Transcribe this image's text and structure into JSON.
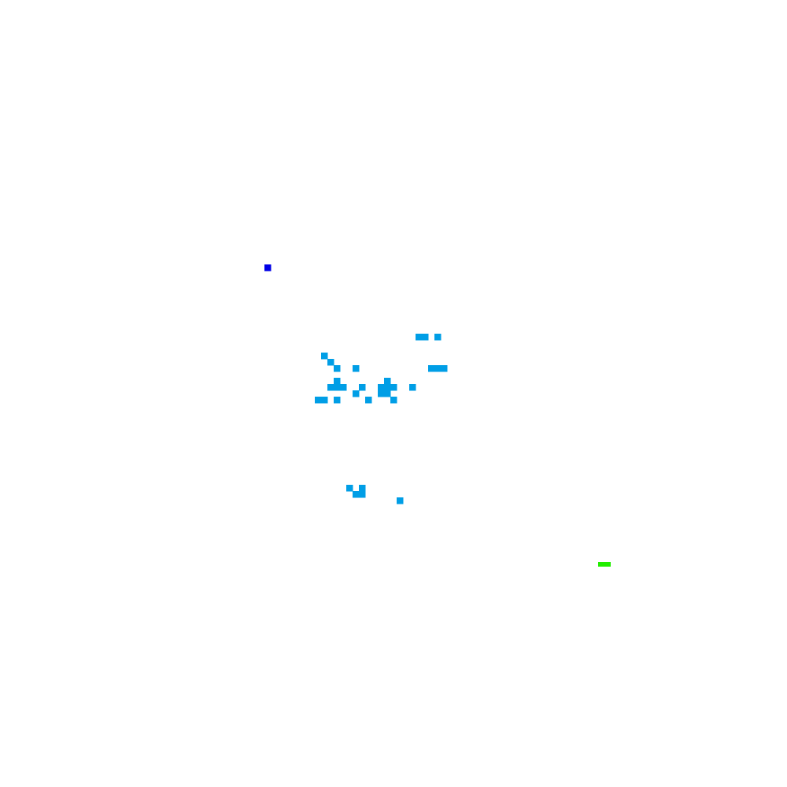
{
  "scene": {
    "background_color": "#ffffff",
    "grid_size": 125
  },
  "entities": {
    "player": {
      "name": "player-marker",
      "color": "#0000e6",
      "cell": [
        42,
        42
      ]
    },
    "goal": {
      "name": "goal-marker",
      "color": "#22ee00",
      "cell": [
        95,
        89
      ]
    },
    "obstacles": {
      "color": "#009ee6",
      "cells": [
        [
          66,
          53
        ],
        [
          67,
          53
        ],
        [
          69,
          53
        ],
        [
          51,
          56
        ],
        [
          52,
          57
        ],
        [
          53,
          58
        ],
        [
          56,
          58
        ],
        [
          68,
          58
        ],
        [
          69,
          58
        ],
        [
          70,
          58
        ],
        [
          53,
          60
        ],
        [
          61,
          60
        ],
        [
          52,
          61
        ],
        [
          53,
          61
        ],
        [
          54,
          61
        ],
        [
          57,
          61
        ],
        [
          60,
          61
        ],
        [
          61,
          61
        ],
        [
          62,
          61
        ],
        [
          65,
          61
        ],
        [
          56,
          62
        ],
        [
          60,
          62
        ],
        [
          61,
          62
        ],
        [
          50,
          63
        ],
        [
          51,
          63
        ],
        [
          53,
          63
        ],
        [
          58,
          63
        ],
        [
          62,
          63
        ],
        [
          55,
          77
        ],
        [
          57,
          77
        ],
        [
          56,
          78
        ],
        [
          57,
          78
        ],
        [
          63,
          79
        ]
      ]
    }
  }
}
